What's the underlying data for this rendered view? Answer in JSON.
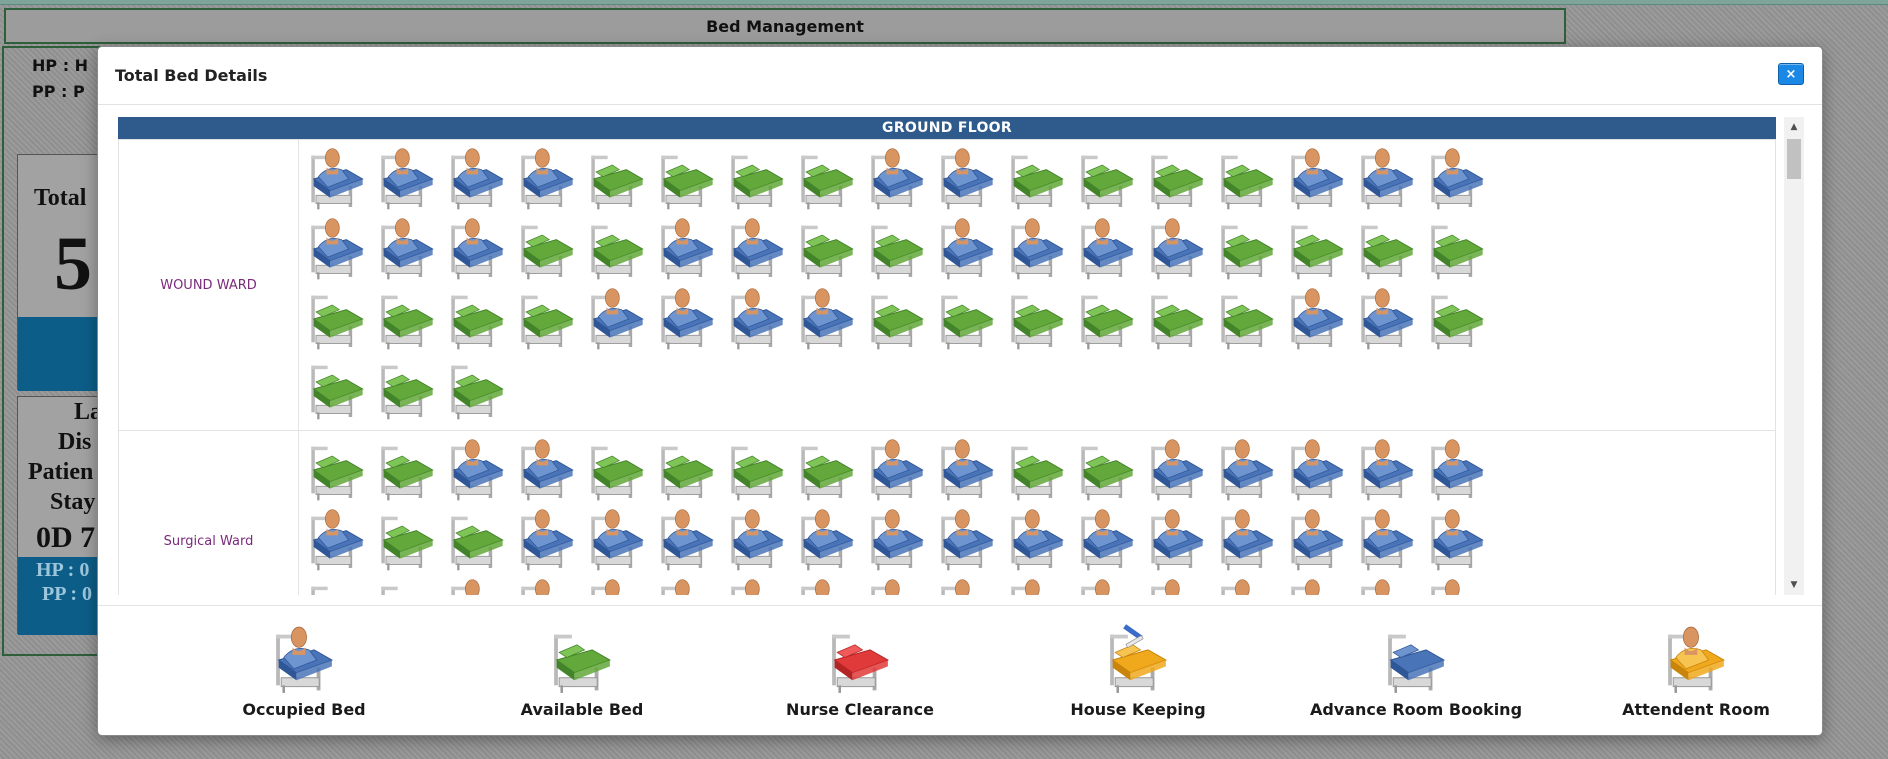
{
  "background": {
    "header_title": "Bed Management",
    "hp_label": "HP :  H",
    "pp_label": "PP :  P",
    "card1_label": "Total",
    "card1_value": "5",
    "card2_lines": [
      "La",
      "Dis",
      "Patien",
      "Stay",
      "0D 7"
    ],
    "card2_hp": "HP : 0",
    "card2_pp": "PP : 0"
  },
  "modal": {
    "title": "Total Bed Details",
    "close_label": "×"
  },
  "floor": {
    "name": "GROUND FLOOR"
  },
  "wards": [
    {
      "name": "WOUND WARD",
      "beds": [
        "occupied",
        "occupied",
        "occupied",
        "occupied",
        "available",
        "available",
        "available",
        "available",
        "occupied",
        "occupied",
        "available",
        "available",
        "available",
        "available",
        "occupied",
        "occupied",
        "occupied",
        "occupied",
        "occupied",
        "occupied",
        "available",
        "available",
        "occupied",
        "occupied",
        "available",
        "available",
        "occupied",
        "occupied",
        "occupied",
        "occupied",
        "available",
        "available",
        "available",
        "available",
        "available",
        "available",
        "available",
        "available",
        "occupied",
        "occupied",
        "occupied",
        "occupied",
        "available",
        "available",
        "available",
        "available",
        "available",
        "available",
        "occupied",
        "occupied",
        "available",
        "available",
        "available",
        "available"
      ]
    },
    {
      "name": "Surgical Ward",
      "beds": [
        "available",
        "available",
        "occupied",
        "occupied",
        "available",
        "available",
        "available",
        "available",
        "occupied",
        "occupied",
        "available",
        "available",
        "occupied",
        "occupied",
        "occupied",
        "occupied",
        "occupied",
        "occupied",
        "available",
        "available",
        "occupied",
        "occupied",
        "occupied",
        "occupied",
        "occupied",
        "occupied",
        "occupied",
        "occupied",
        "occupied",
        "occupied",
        "occupied",
        "occupied",
        "occupied",
        "occupied",
        "available",
        "available",
        "occupied",
        "occupied",
        "occupied",
        "occupied",
        "occupied",
        "occupied",
        "occupied",
        "occupied",
        "occupied",
        "occupied",
        "occupied",
        "occupied",
        "occupied",
        "occupied",
        "occupied"
      ]
    }
  ],
  "legend": [
    {
      "type": "occupied",
      "label": "Occupied Bed"
    },
    {
      "type": "available",
      "label": "Available Bed"
    },
    {
      "type": "nurse",
      "label": "Nurse Clearance"
    },
    {
      "type": "housekeeping",
      "label": "House Keeping"
    },
    {
      "type": "advance",
      "label": "Advance Room Booking"
    },
    {
      "type": "attendent",
      "label": "Attendent Room"
    }
  ],
  "colors": {
    "floor_bar": "#2e5a8c",
    "ward_name": "#7a2a7c",
    "occupied_sheet": "#4a74b8",
    "available_sheet": "#62a83a",
    "nurse_sheet": "#e03a3a",
    "housekeeping_sheet": "#f0a81c",
    "close_button": "#1c88e5"
  },
  "icons": {
    "close": "close-icon",
    "scroll_up": "triangle-up-icon",
    "scroll_down": "triangle-down-icon"
  }
}
